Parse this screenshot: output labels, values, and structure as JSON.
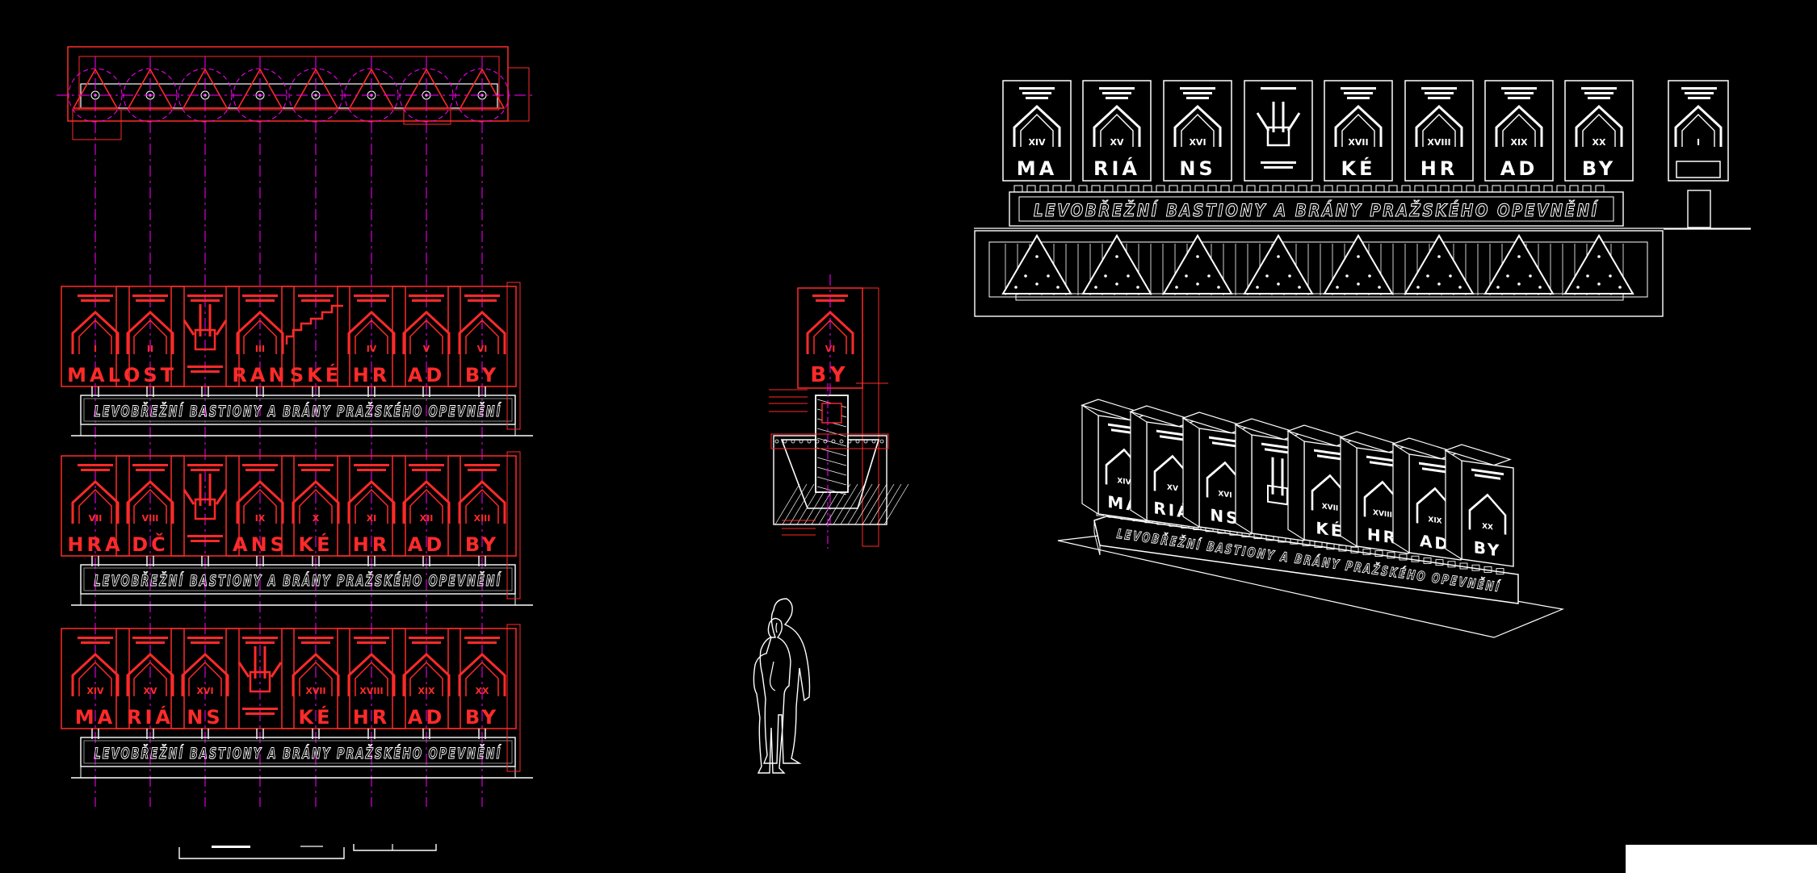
{
  "colors": {
    "background": "#000000",
    "red": "#ff2a2a",
    "magenta": "#ff00ff",
    "white": "#ffffff",
    "gray": "#888888"
  },
  "banner": "LEVOBŘEŽNÍ BASTIONY A BRÁNY PRAŽSKÉHO OPEVNĚNÍ",
  "rows": [
    {
      "letters": [
        "MAL",
        "OST",
        "",
        "RAN",
        "SKÉ",
        "HR",
        "AD",
        "BY"
      ],
      "numerals": [
        "I",
        "II",
        "",
        "III",
        "",
        "IV",
        "V",
        "VI"
      ]
    },
    {
      "letters": [
        "HRA",
        "DČ",
        "",
        "ANS",
        "KÉ",
        "HR",
        "AD",
        "BY"
      ],
      "numerals": [
        "VII",
        "VIII",
        "",
        "IX",
        "X",
        "XI",
        "XII",
        "XIII"
      ]
    },
    {
      "letters": [
        "MA",
        "RIÁ",
        "NS",
        "",
        "KÉ",
        "HR",
        "AD",
        "BY"
      ],
      "numerals": [
        "XIV",
        "XV",
        "XVI",
        "",
        "XVII",
        "XVIII",
        "XIX",
        "XX"
      ]
    }
  ],
  "single_panel": {
    "letters": "BY",
    "numeral": "VI"
  },
  "elevation": {
    "letters": [
      "MA",
      "RIÁ",
      "NS",
      "",
      "KÉ",
      "HR",
      "AD",
      "BY"
    ],
    "numerals": [
      "XIV",
      "XV",
      "XVI",
      "",
      "XVII",
      "XVIII",
      "XIX",
      "XX"
    ]
  },
  "side_panel": {
    "numeral": "I"
  },
  "perspective": {
    "letters": [
      "MA",
      "RIÁ",
      "NS",
      "",
      "KÉ",
      "HR",
      "AD",
      "BY"
    ],
    "numerals": [
      "XIV",
      "XV",
      "XVI",
      "",
      "XVII",
      "XVIII",
      "XIX",
      "XX"
    ]
  }
}
